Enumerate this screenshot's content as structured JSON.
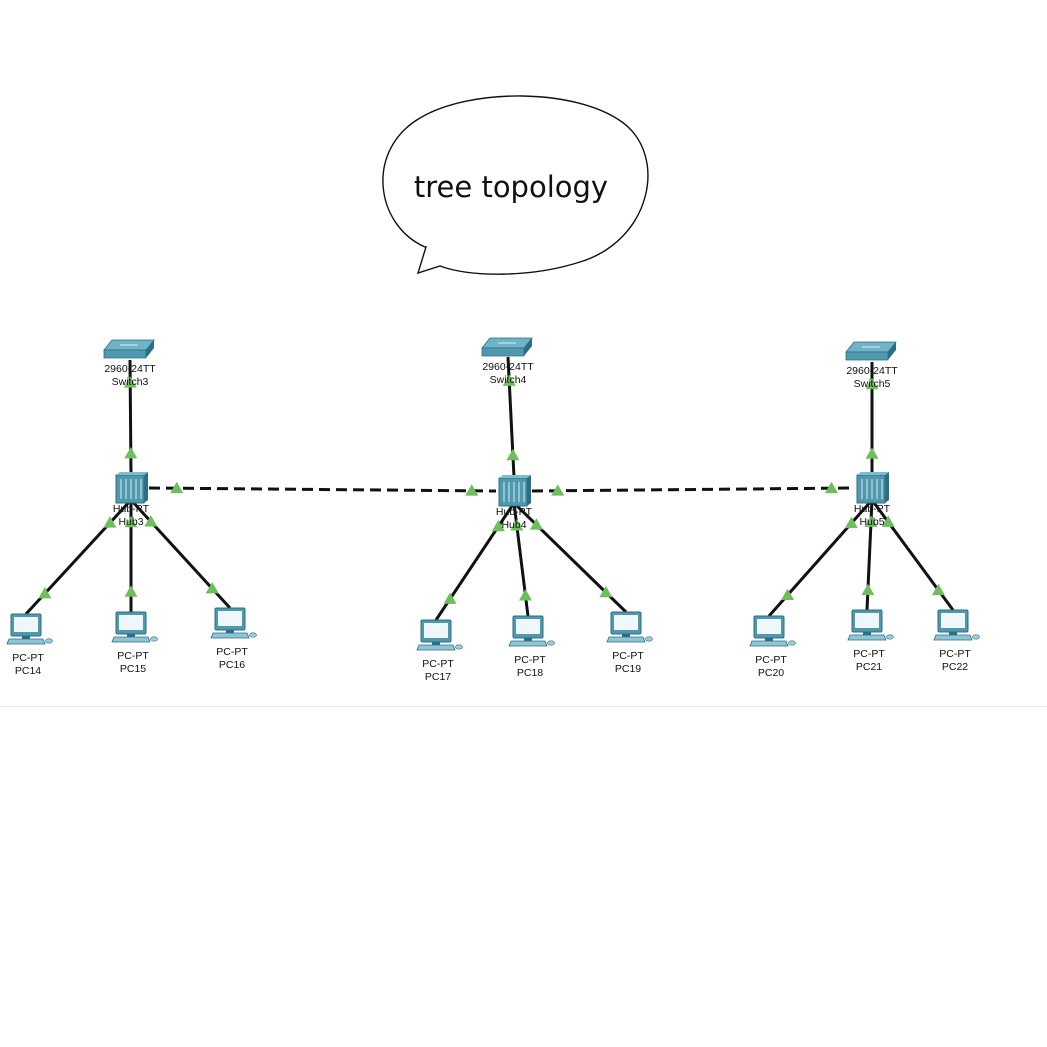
{
  "callout": {
    "text": "tree topology"
  },
  "colors": {
    "device_teal": "#4f98ad",
    "device_dark": "#2c6f84",
    "link_status": "#6cbf5b",
    "cable": "#111111"
  },
  "switches": [
    {
      "id": "switch3",
      "model": "2960-24TT",
      "name": "Switch3"
    },
    {
      "id": "switch4",
      "model": "2960-24TT",
      "name": "Switch4"
    },
    {
      "id": "switch5",
      "model": "2960-24TT",
      "name": "Switch5"
    }
  ],
  "hubs": [
    {
      "id": "hub3",
      "model": "Hub-PT",
      "name": "Hub3"
    },
    {
      "id": "hub4",
      "model": "Hub-PT",
      "name": "Hub4"
    },
    {
      "id": "hub5",
      "model": "Hub-PT",
      "name": "Hub5"
    }
  ],
  "pcs": [
    {
      "id": "pc14",
      "model": "PC-PT",
      "name": "PC14"
    },
    {
      "id": "pc15",
      "model": "PC-PT",
      "name": "PC15"
    },
    {
      "id": "pc16",
      "model": "PC-PT",
      "name": "PC16"
    },
    {
      "id": "pc17",
      "model": "PC-PT",
      "name": "PC17"
    },
    {
      "id": "pc18",
      "model": "PC-PT",
      "name": "PC18"
    },
    {
      "id": "pc19",
      "model": "PC-PT",
      "name": "PC19"
    },
    {
      "id": "pc20",
      "model": "PC-PT",
      "name": "PC20"
    },
    {
      "id": "pc21",
      "model": "PC-PT",
      "name": "PC21"
    },
    {
      "id": "pc22",
      "model": "PC-PT",
      "name": "PC22"
    }
  ],
  "links": [
    {
      "from": "switch3",
      "to": "hub3",
      "style": "solid"
    },
    {
      "from": "switch4",
      "to": "hub4",
      "style": "solid"
    },
    {
      "from": "switch5",
      "to": "hub5",
      "style": "solid"
    },
    {
      "from": "hub3",
      "to": "pc14",
      "style": "solid"
    },
    {
      "from": "hub3",
      "to": "pc15",
      "style": "solid"
    },
    {
      "from": "hub3",
      "to": "pc16",
      "style": "solid"
    },
    {
      "from": "hub4",
      "to": "pc17",
      "style": "solid"
    },
    {
      "from": "hub4",
      "to": "pc18",
      "style": "solid"
    },
    {
      "from": "hub4",
      "to": "pc19",
      "style": "solid"
    },
    {
      "from": "hub5",
      "to": "pc20",
      "style": "solid"
    },
    {
      "from": "hub5",
      "to": "pc21",
      "style": "solid"
    },
    {
      "from": "hub5",
      "to": "pc22",
      "style": "solid"
    },
    {
      "from": "hub3",
      "to": "hub4",
      "style": "dashed"
    },
    {
      "from": "hub4",
      "to": "hub5",
      "style": "dashed"
    }
  ]
}
